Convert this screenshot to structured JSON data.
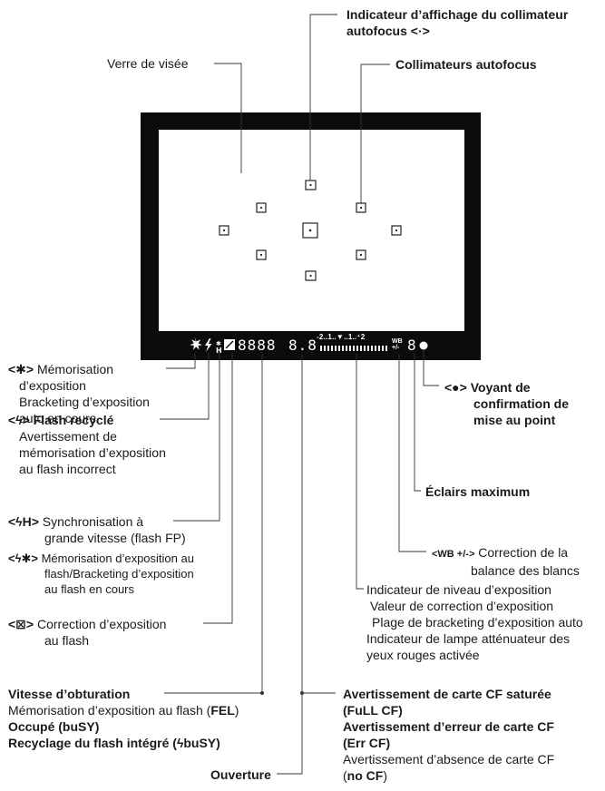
{
  "top": {
    "af_display_title": "Indicateur d’affichage du collimateur",
    "af_display_title2": "autofocus <·>",
    "af_points": "Collimateurs autofocus",
    "screen": "Verre de visée"
  },
  "lcd": {
    "shutter_digits": "8888",
    "aperture_digits": "8.8",
    "scale": "-2..1..▼..1..⁺2",
    "wb_symbol": "WB +/-",
    "burst_digit": "8"
  },
  "left": {
    "ae_lock_sym": "<✱>",
    "ae_lock_1": "Mémorisation",
    "ae_lock_2": "d’exposition",
    "ae_lock_3": "Bracketing d’exposition",
    "ae_lock_4": "auto en cours",
    "flash_ready_sym": "<ϟ>",
    "flash_ready_1": "Flash recyclé",
    "flash_ready_2": "Avertissement de",
    "flash_ready_3": "mémorisation d’exposition",
    "flash_ready_4": "au flash incorrect",
    "hss_sym": "<ϟH>",
    "hss_1": "Synchronisation à",
    "hss_2": "grande vitesse (flash FP)",
    "fel_sym": "<ϟ✱>",
    "fel_1": "Mémorisation d’exposition au",
    "fel_2": "flash/Bracketing d’exposition",
    "fel_3": "au flash en cours",
    "fec_sym": "<⊠>",
    "fec_1": "Correction d’exposition",
    "fec_2": "au flash"
  },
  "right": {
    "focus_sym": "<●>",
    "focus_1": "Voyant de",
    "focus_2": "confirmation de",
    "focus_3": "mise au point",
    "max_burst": "Éclairs maximum",
    "wb_sym": "<WB +/->",
    "wb_1": "Correction de la",
    "wb_2": "balance des blancs",
    "level_1": "Indicateur de niveau d’exposition",
    "level_2": "Valeur de correction d’exposition",
    "level_3": "Plage de bracketing d’exposition auto",
    "level_4": "Indicateur de lampe atténuateur des",
    "level_5": "yeux rouges activée"
  },
  "bottom_left": {
    "shutter_title": "Vitesse d’obturation",
    "fel_line_a": "Mémorisation d’exposition au flash (",
    "fel_line_b": "FEL",
    "fel_line_c": ")",
    "busy_a": "Occupé (",
    "busy_b": "buSY",
    "busy_c": ")",
    "recycle": "Recyclage du flash intégré (ϟbuSY)"
  },
  "bottom_right": {
    "full_title": "Avertissement de carte CF saturée",
    "full_code": "(FuLL CF)",
    "err_title": "Avertissement d’erreur de carte CF",
    "err_code": "(Err CF)",
    "nocard_title": "Avertissement d’absence de carte CF",
    "nocard_a": "(",
    "nocard_b": "no CF",
    "nocard_c": ")"
  },
  "aperture_label": "Ouverture"
}
